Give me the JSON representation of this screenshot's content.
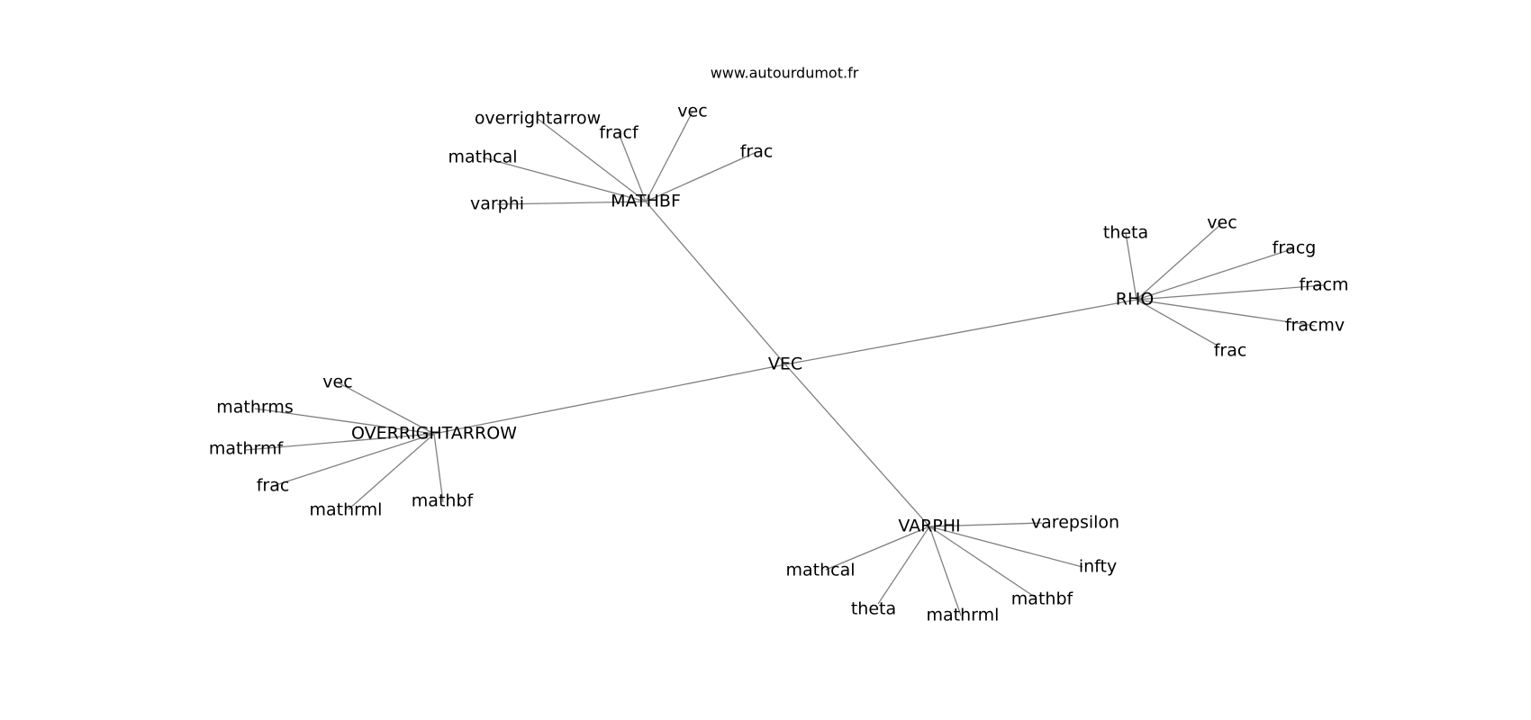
{
  "credit": "www.autourdumot.fr",
  "center": "VEC",
  "hubs": [
    {
      "id": "mathbf",
      "label": "MATHBF",
      "leaves": [
        "overrightarrow",
        "fracf",
        "vec",
        "frac",
        "mathcal",
        "varphi"
      ]
    },
    {
      "id": "rho",
      "label": "RHO",
      "leaves": [
        "theta",
        "vec",
        "fracg",
        "fracm",
        "fracmv",
        "frac"
      ]
    },
    {
      "id": "overrightarrow",
      "label": "OVERRIGHTARROW",
      "leaves": [
        "vec",
        "mathrms",
        "mathrmf",
        "frac",
        "mathrml",
        "mathbf"
      ]
    },
    {
      "id": "varphi",
      "label": "VARPHI",
      "leaves": [
        "varepsilon",
        "infty",
        "mathbf",
        "mathrml",
        "theta",
        "mathcal"
      ]
    }
  ]
}
